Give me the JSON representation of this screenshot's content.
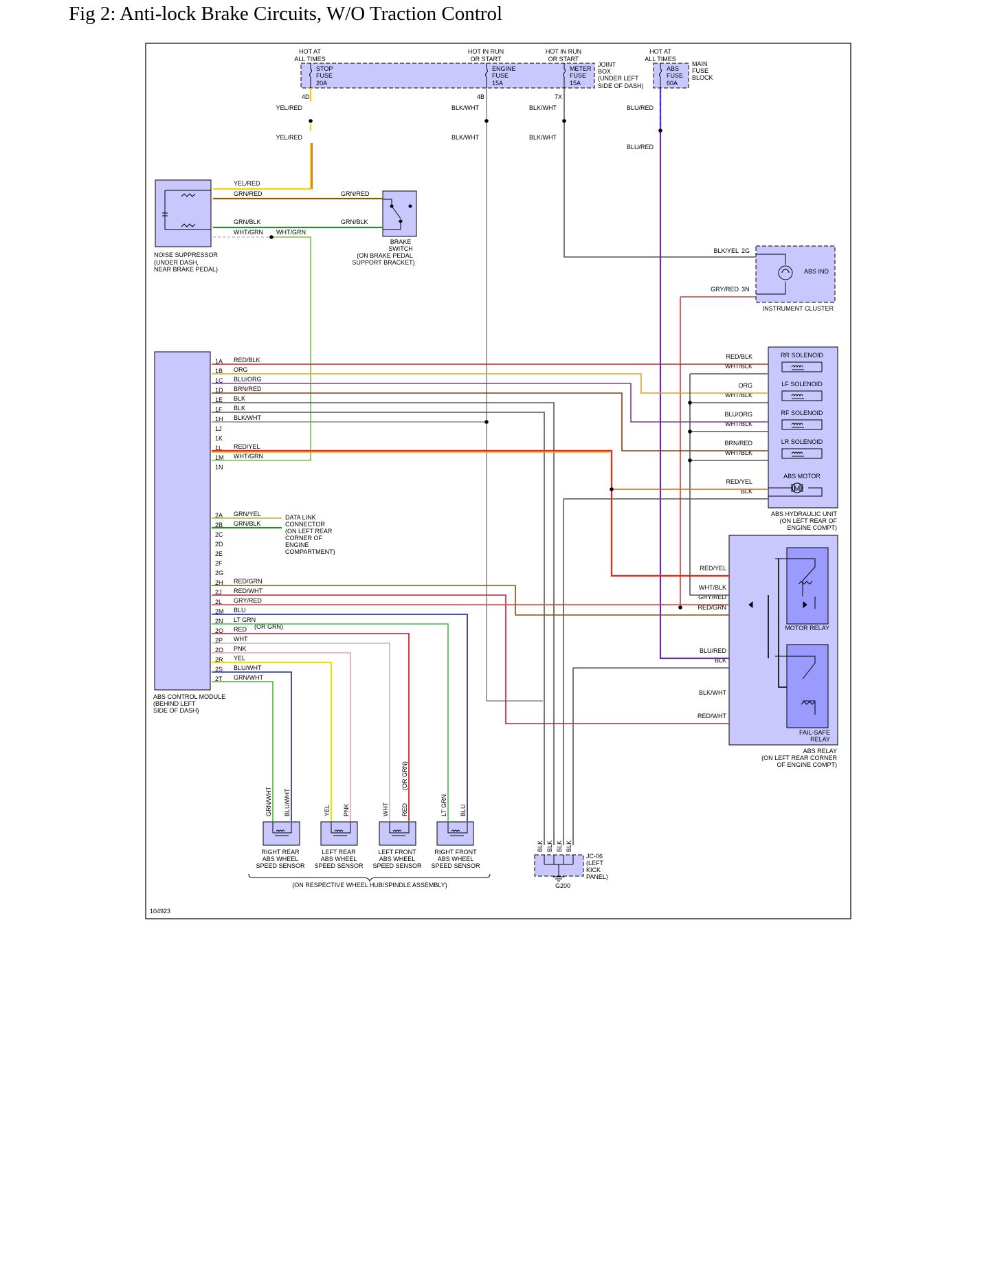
{
  "title": "Fig 2: Anti-lock Brake Circuits, W/O Traction Control",
  "diagram_id": "104923",
  "power": {
    "hot1": [
      "HOT AT",
      "ALL TIMES"
    ],
    "hot2": [
      "HOT IN RUN",
      "OR START"
    ],
    "hot3": [
      "HOT IN RUN",
      "OR START"
    ],
    "hot4": [
      "HOT AT",
      "ALL TIMES"
    ]
  },
  "fuses": {
    "stop": [
      "STOP",
      "FUSE",
      "20A"
    ],
    "engine": [
      "ENGINE",
      "FUSE",
      "15A"
    ],
    "meter": [
      "METER",
      "FUSE",
      "15A"
    ],
    "abs": [
      "ABS",
      "FUSE",
      "60A"
    ],
    "joint_box": [
      "JOINT",
      "BOX",
      "(UNDER LEFT",
      "SIDE OF DASH)"
    ],
    "main_block": [
      "MAIN",
      "FUSE",
      "BLOCK"
    ]
  },
  "pins": {
    "p4d": "4D",
    "p4b": "4B",
    "p7x": "7X",
    "p2g": "2G",
    "p3n": "3N"
  },
  "wire_colors": {
    "yel_red": "YEL/RED",
    "blk_wht": "BLK/WHT",
    "blu_red": "BLU/RED",
    "grn_red": "GRN/RED",
    "grn_blk": "GRN/BLK",
    "wht_grn": "WHT/GRN",
    "blk_yel": "BLK/YEL",
    "gry_red": "GRY/RED"
  },
  "noise_suppressor": [
    "NOISE SUPPRESSOR",
    "(UNDER DASH,",
    "NEAR BRAKE PEDAL)"
  ],
  "brake_switch": [
    "BRAKE",
    "SWITCH",
    "(ON BRAKE PEDAL",
    "SUPPORT BRACKET)"
  ],
  "instrument_cluster": {
    "indicator": "ABS IND",
    "name": "INSTRUMENT CLUSTER"
  },
  "abs_module": {
    "label": [
      "ABS CONTROL MODULE",
      "(BEHIND LEFT",
      "SIDE OF DASH)"
    ],
    "pins1": [
      [
        "1A",
        "RED/BLK"
      ],
      [
        "1B",
        "ORG"
      ],
      [
        "1C",
        "BLU/ORG"
      ],
      [
        "1D",
        "BRN/RED"
      ],
      [
        "1E",
        "BLK"
      ],
      [
        "1F",
        "BLK"
      ],
      [
        "1H",
        "BLK/WHT"
      ],
      [
        "1J",
        ""
      ],
      [
        "1K",
        ""
      ],
      [
        "1L",
        "RED/YEL"
      ],
      [
        "1M",
        "WHT/GRN"
      ],
      [
        "1N",
        ""
      ]
    ],
    "pins2": [
      [
        "2A",
        "GRN/YEL"
      ],
      [
        "2B",
        "GRN/BLK"
      ],
      [
        "2C",
        ""
      ],
      [
        "2D",
        ""
      ],
      [
        "2E",
        ""
      ],
      [
        "2F",
        ""
      ],
      [
        "2G",
        ""
      ],
      [
        "2H",
        "RED/GRN"
      ],
      [
        "2J",
        "RED/WHT"
      ],
      [
        "2L",
        "GRY/RED"
      ],
      [
        "2M",
        "BLU"
      ],
      [
        "2N",
        "LT GRN"
      ],
      [
        "2O",
        "RED"
      ],
      [
        "2P",
        "WHT"
      ],
      [
        "2Q",
        "PNK"
      ],
      [
        "2R",
        "YEL"
      ],
      [
        "2S",
        "BLU/WHT"
      ],
      [
        "2T",
        "GRN/WHT"
      ]
    ],
    "or_grn": "(OR GRN)"
  },
  "dlc": [
    "DATA LINK",
    "CONNECTOR",
    "(ON LEFT REAR",
    "CORNER OF",
    "ENGINE",
    "COMPARTMENT)"
  ],
  "hydraulic_unit": {
    "solenoids": [
      "RR SOLENOID",
      "LF SOLENOID",
      "RF SOLENOID",
      "LR SOLENOID"
    ],
    "motor": "ABS MOTOR",
    "wires": [
      "RED/BLK",
      "WHT/BLK",
      "ORG",
      "WHT/BLK",
      "BLU/ORG",
      "WHT/BLK",
      "BRN/RED",
      "WHT/BLK",
      "RED/YEL",
      "BLK"
    ],
    "label": [
      "ABS HYDRAULIC UNIT",
      "(ON LEFT REAR OF",
      "ENGINE COMPT)"
    ]
  },
  "abs_relay": {
    "wires": [
      "RED/YEL",
      "WHT/BLK",
      "GRY/RED",
      "RED/GRN",
      "BLU/RED",
      "BLK",
      "BLK/WHT",
      "RED/WHT"
    ],
    "motor_relay": "MOTOR RELAY",
    "failsafe": [
      "FAIL-SAFE",
      "RELAY"
    ],
    "label": [
      "ABS RELAY",
      "(ON LEFT REAR CORNER",
      "OF ENGINE COMPT)"
    ]
  },
  "sensors": {
    "wires": [
      "GRN/WHT",
      "BLU/WHT",
      "YEL",
      "PNK",
      "WHT",
      "RED",
      "(OR GRN)",
      "LT GRN",
      "BLU"
    ],
    "rr": [
      "RIGHT REAR",
      "ABS WHEEL",
      "SPEED SENSOR"
    ],
    "lr": [
      "LEFT REAR",
      "ABS WHEEL",
      "SPEED SENSOR"
    ],
    "lf": [
      "LEFT FRONT",
      "ABS WHEEL",
      "SPEED SENSOR"
    ],
    "rf": [
      "RIGHT FRONT",
      "ABS WHEEL",
      "SPEED SENSOR"
    ],
    "note": "(ON RESPECTIVE WHEEL HUB/SPINDLE ASSEMBLY)"
  },
  "ground": {
    "wires": [
      "BLK",
      "BLK",
      "BLK",
      "BLK"
    ],
    "jc": [
      "JC-06",
      "(LEFT",
      "KICK",
      "PANEL)"
    ],
    "g": "G200"
  }
}
